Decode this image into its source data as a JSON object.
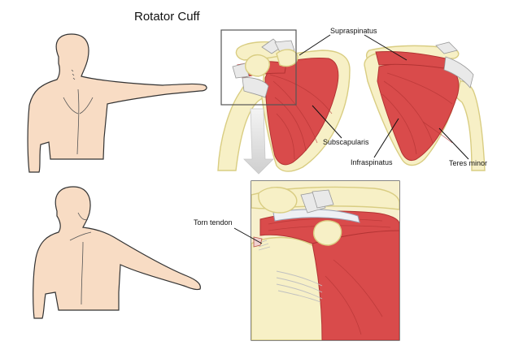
{
  "title": "Rotator Cuff",
  "labels": {
    "supraspinatus": "Supraspinatus",
    "subscapularis": "Subscapularis",
    "infraspinatus": "Infraspinatus",
    "teres_minor": "Teres minor",
    "torn_tendon": "Torn tendon"
  },
  "colors": {
    "skin": "#f8dcc4",
    "skin_shade": "#e8b99b",
    "bone": "#f7f0c6",
    "bone_edge": "#d9cd82",
    "muscle": "#d94b4b",
    "muscle_dark": "#b23333",
    "tendon": "#e9e9e9",
    "frame": "#555555"
  }
}
